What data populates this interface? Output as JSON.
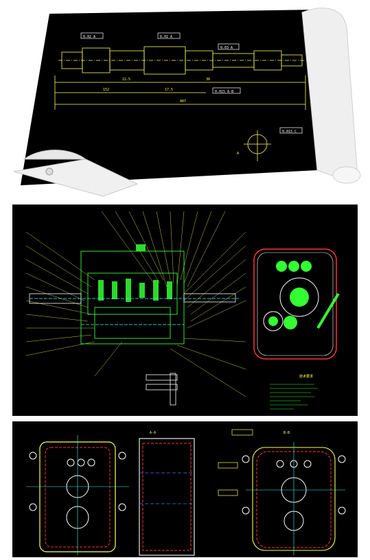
{
  "panels": [
    {
      "id": "shaft-drawing",
      "tolerances": [
        "0.02 A",
        "0.01 A",
        "0.03 A",
        "0.015 A-B",
        "0.015 C"
      ],
      "dimensions": [
        "152",
        "407",
        "22.5",
        "30",
        "17.5"
      ],
      "note_label": "A"
    },
    {
      "id": "gearbox-assembly",
      "title": "技术要求"
    },
    {
      "id": "housing-drawings",
      "labels": [
        "A-A",
        "B-B"
      ]
    }
  ],
  "colors": {
    "cad_background": "#000000",
    "yellow": "#ffff55",
    "green": "#33ff33",
    "cyan": "#33ffff",
    "red": "#ff3333",
    "blue": "#4477ff",
    "white": "#f4f4f4"
  }
}
